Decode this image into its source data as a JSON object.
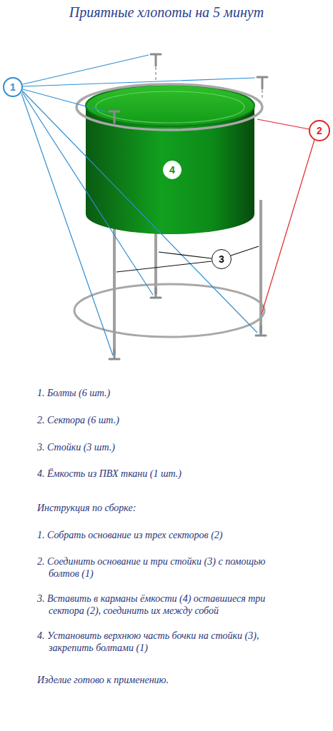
{
  "diagram": {
    "title": "Приятные хлопоты на 5 минут",
    "nodes": [
      {
        "text": [
          "1"
        ]
      },
      {
        "text": [
          "2"
        ]
      },
      {
        "text": [
          "4"
        ]
      },
      {
        "text": [
          "3"
        ]
      }
    ],
    "labels": [
      "1. Болты (6 шт.)",
      "2. Сектора (6 шт.)",
      "3. Стойки (3 шт.)",
      "4. Ёмкость из ПВХ ткани (1 шт.)",
      "Инструкция по сборке:",
      "1. Собрать основание из трех секторов (2)",
      "2. Соединить основание и три стойки (3) с помощью болтов (1)",
      "3. Вставить в карманы ёмкости (4) оставшиеся три сектора (2), соединить их между собой",
      "4. Установить верхнюю часть бочки на стойки (3), закрепить болтами (1)",
      "Изделие готово к применению."
    ]
  }
}
